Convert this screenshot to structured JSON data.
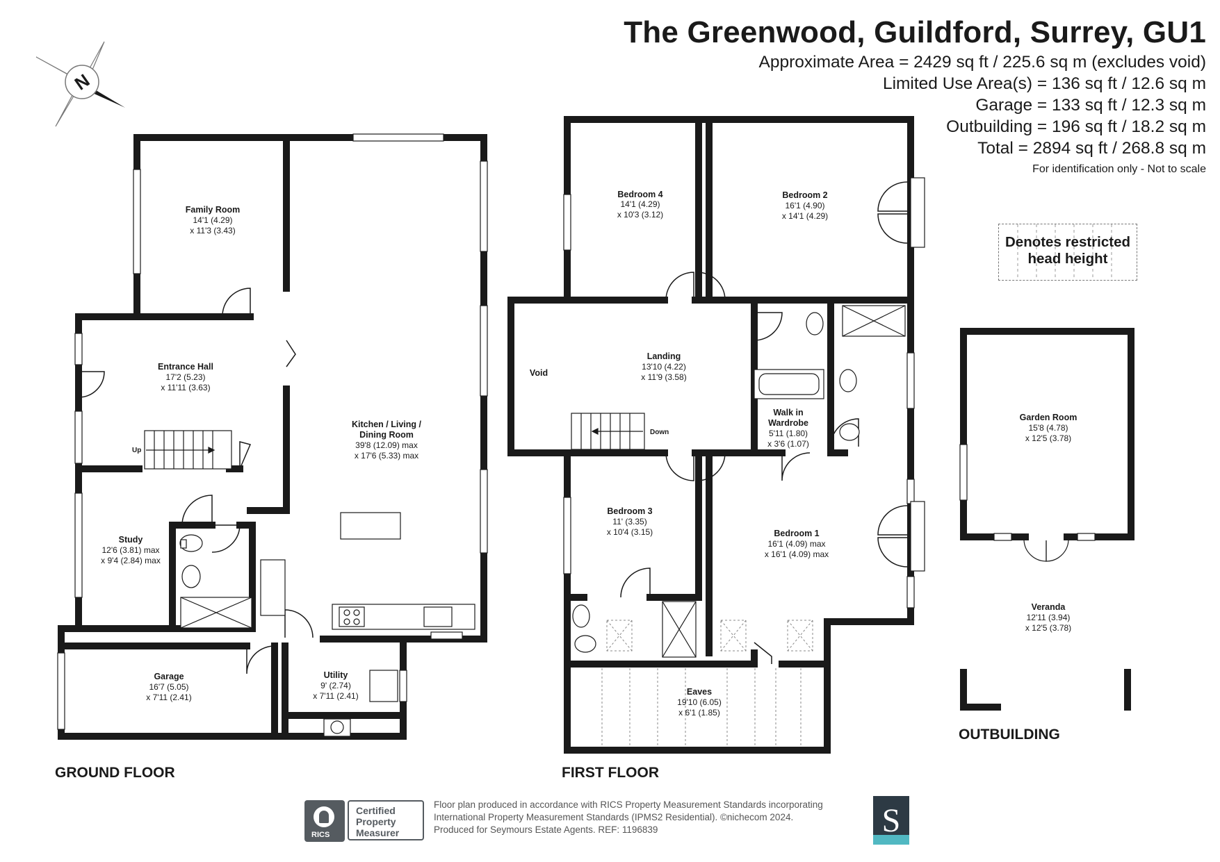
{
  "header": {
    "title": "The Greenwood, Guildford, Surrey, GU1",
    "areas": [
      "Approximate Area = 2429 sq ft / 225.6 sq m (excludes void)",
      "Limited Use Area(s) = 136 sq ft / 12.6 sq m",
      "Garage = 133 sq ft / 12.3 sq m",
      "Outbuilding = 196 sq ft / 18.2 sq m",
      "Total = 2894 sq ft / 268.8 sq m"
    ],
    "identification": "For identification only - Not to scale"
  },
  "compass": {
    "label": "N"
  },
  "legend": {
    "restricted_line1": "Denotes restricted",
    "restricted_line2": "head height"
  },
  "ground_floor": {
    "label": "GROUND FLOOR",
    "rooms": {
      "family_room": {
        "name": "Family Room",
        "dim1": "14'1 (4.29)",
        "dim2": "x 11'3 (3.43)"
      },
      "entrance_hall": {
        "name": "Entrance Hall",
        "dim1": "17'2 (5.23)",
        "dim2": "x 11'11 (3.63)"
      },
      "kitchen": {
        "name1": "Kitchen / Living /",
        "name2": "Dining Room",
        "dim1": "39'8 (12.09) max",
        "dim2": "x 17'6 (5.33) max"
      },
      "study": {
        "name": "Study",
        "dim1": "12'6 (3.81) max",
        "dim2": "x 9'4 (2.84) max"
      },
      "garage": {
        "name": "Garage",
        "dim1": "16'7 (5.05)",
        "dim2": "x 7'11 (2.41)"
      },
      "utility": {
        "name": "Utility",
        "dim1": "9' (2.74)",
        "dim2": "x 7'11 (2.41)"
      }
    },
    "up_label": "Up"
  },
  "first_floor": {
    "label": "FIRST FLOOR",
    "rooms": {
      "bedroom4": {
        "name": "Bedroom 4",
        "dim1": "14'1 (4.29)",
        "dim2": "x 10'3 (3.12)"
      },
      "bedroom2": {
        "name": "Bedroom 2",
        "dim1": "16'1 (4.90)",
        "dim2": "x 14'1 (4.29)"
      },
      "void": {
        "name": "Void"
      },
      "landing": {
        "name": "Landing",
        "dim1": "13'10 (4.22)",
        "dim2": "x 11'9 (3.58)"
      },
      "walkin": {
        "name1": "Walk in",
        "name2": "Wardrobe",
        "dim1": "5'11 (1.80)",
        "dim2": "x 3'6 (1.07)"
      },
      "bedroom3": {
        "name": "Bedroom 3",
        "dim1": "11' (3.35)",
        "dim2": "x 10'4 (3.15)"
      },
      "bedroom1": {
        "name": "Bedroom 1",
        "dim1": "16'1 (4.09) max",
        "dim2": "x 16'1 (4.09) max"
      },
      "eaves": {
        "name": "Eaves",
        "dim1": "19'10 (6.05)",
        "dim2": "x 6'1 (1.85)"
      }
    },
    "down_label": "Down"
  },
  "outbuilding": {
    "label": "OUTBUILDING",
    "rooms": {
      "garden_room": {
        "name": "Garden Room",
        "dim1": "15'8 (4.78)",
        "dim2": "x 12'5 (3.78)"
      },
      "veranda": {
        "name": "Veranda",
        "dim1": "12'11 (3.94)",
        "dim2": "x 12'5 (3.78)"
      }
    }
  },
  "footer": {
    "rics": "RICS",
    "certified_1": "Certified",
    "certified_2": "Property",
    "certified_3": "Measurer",
    "text_1": "Floor plan produced in accordance with RICS Property Measurement Standards incorporating",
    "text_2": "International Property Measurement Standards (IPMS2 Residential).  ©nichecom 2024.",
    "text_3": "Produced for Seymours Estate Agents.   REF:  1196839",
    "logo_letter": "S"
  }
}
